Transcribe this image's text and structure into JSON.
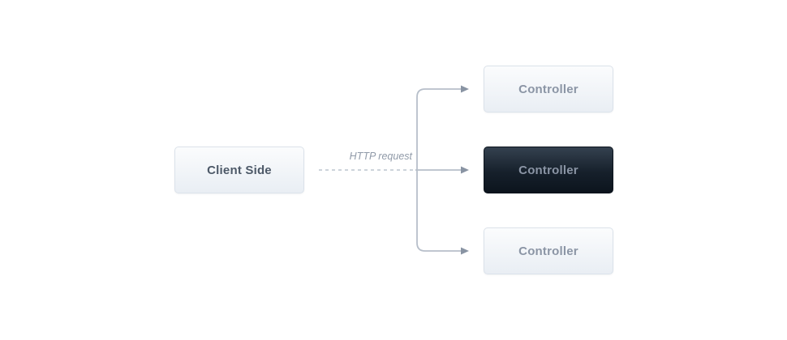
{
  "diagram": {
    "client": {
      "label": "Client Side"
    },
    "arrow_label": "HTTP request",
    "controllers": [
      {
        "label": "Controller",
        "state": "default"
      },
      {
        "label": "Controller",
        "state": "active"
      },
      {
        "label": "Controller",
        "state": "default"
      }
    ]
  },
  "colors": {
    "background": "#ffffff",
    "node_border": "#dbe2ea",
    "node_bg_top": "#fbfcfd",
    "node_bg_bottom": "#e9eef4",
    "client_text": "#4d5968",
    "controller_text": "#8b95a5",
    "active_bg_top": "#34414f",
    "active_bg_mid": "#16202b",
    "active_bg_bottom": "#0c141d",
    "active_text": "#ffffff",
    "connector_line": "#b7bfca",
    "connector_dash": "#c6cdd6",
    "arrowhead": "#8994a3",
    "label_text": "#909aa8"
  }
}
